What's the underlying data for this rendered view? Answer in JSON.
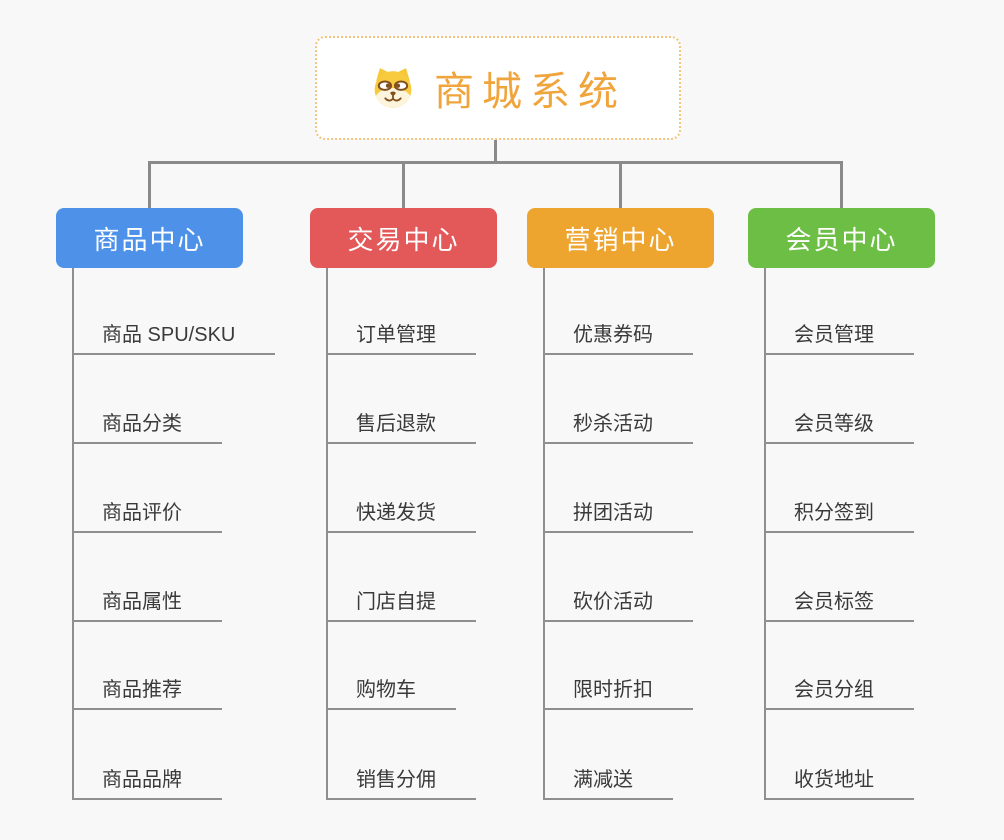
{
  "canvas": {
    "background": "#f8f8f8",
    "connector_color": "#8a8a8a",
    "underline_color": "#8f8f8f"
  },
  "root": {
    "title": "商城系统",
    "icon": "shiba-dog-face",
    "text_color": "#f0a43c",
    "border_color": "#f1c57e"
  },
  "branches": [
    {
      "slug": "product-center",
      "label": "商品中心",
      "color": "#4d92e8",
      "items": [
        "商品 SPU/SKU",
        "商品分类",
        "商品评价",
        "商品属性",
        "商品推荐",
        "商品品牌"
      ]
    },
    {
      "slug": "trade-center",
      "label": "交易中心",
      "color": "#e35858",
      "items": [
        "订单管理",
        "售后退款",
        "快递发货",
        "门店自提",
        "购物车",
        "销售分佣"
      ]
    },
    {
      "slug": "marketing-center",
      "label": "营销中心",
      "color": "#eda530",
      "items": [
        "优惠券码",
        "秒杀活动",
        "拼团活动",
        "砍价活动",
        "限时折扣",
        "满减送"
      ]
    },
    {
      "slug": "member-center",
      "label": "会员中心",
      "color": "#6cbe45",
      "items": [
        "会员管理",
        "会员等级",
        "积分签到",
        "会员标签",
        "会员分组",
        "收货地址"
      ]
    }
  ]
}
